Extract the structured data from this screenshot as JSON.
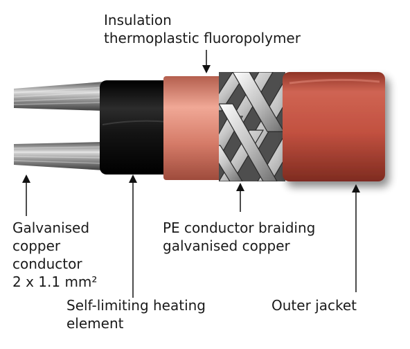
{
  "labels": {
    "insulation": [
      "Insulation",
      "thermoplastic fluoropolymer"
    ],
    "conductor": [
      "Galvanised",
      "copper",
      "conductor",
      "2 x 1.1 mm²"
    ],
    "braiding": [
      "PE conductor braiding",
      "galvanised copper"
    ],
    "heating": [
      "Self-limiting heating",
      "element"
    ],
    "jacket": [
      "Outer jacket"
    ]
  },
  "colors": {
    "outer_jacket": "#c45544",
    "insulation": "#e08a78",
    "heating_element": "#111111",
    "braid_light": "#e6e6e6",
    "braid_dark": "#7a7a7a",
    "wire": "#a8a8a8",
    "callout": "#111111"
  }
}
